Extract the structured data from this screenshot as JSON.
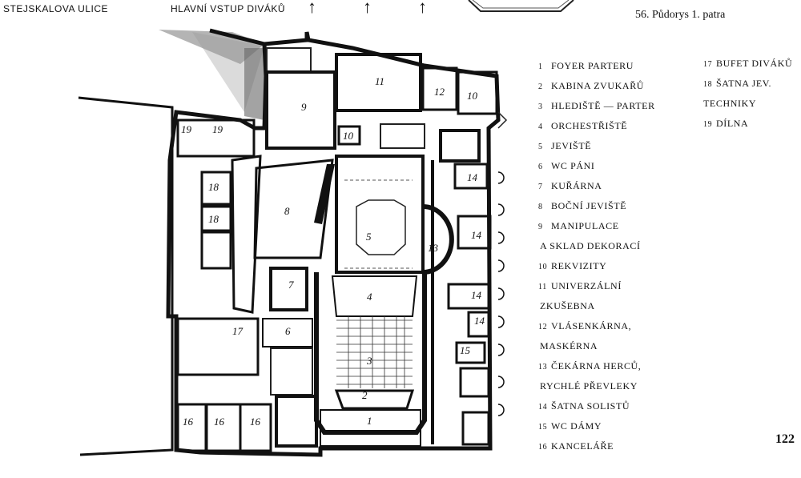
{
  "header": {
    "street_name": "STEJSKALOVA ULICE",
    "main_entrance": "HLAVNÍ VSTUP DIVÁKŮ",
    "entrance_arrows": [
      "↑",
      "↑",
      "↑"
    ]
  },
  "caption": "56. Půdorys 1. patra",
  "page_number": "122",
  "legend": [
    {
      "num": "1",
      "label": "FOYER PARTERU"
    },
    {
      "num": "2",
      "label": "KABINA ZVUKAŘŮ"
    },
    {
      "num": "3",
      "label": "HLEDIŠTĚ — PARTER"
    },
    {
      "num": "4",
      "label": "ORCHESTŘIŠTĚ"
    },
    {
      "num": "5",
      "label": "JEVIŠTĚ"
    },
    {
      "num": "6",
      "label": "WC PÁNI"
    },
    {
      "num": "7",
      "label": "KUŘÁRNA"
    },
    {
      "num": "8",
      "label": "BOČNÍ JEVIŠTĚ"
    },
    {
      "num": "9",
      "label": "MANIPULACE"
    },
    {
      "num": "",
      "label": "A SKLAD DEKORACÍ"
    },
    {
      "num": "10",
      "label": "REKVIZITY"
    },
    {
      "num": "11",
      "label": "UNIVERZÁLNÍ"
    },
    {
      "num": "",
      "label": "ZKUŠEBNA"
    },
    {
      "num": "12",
      "label": "VLÁSENKÁRNA,"
    },
    {
      "num": "",
      "label": "MASKÉRNA"
    },
    {
      "num": "13",
      "label": "ČEKÁRNA HERCŮ,"
    },
    {
      "num": "",
      "label": "RYCHLÉ PŘEVLEKY"
    },
    {
      "num": "14",
      "label": "ŠATNA SOLISTŮ"
    },
    {
      "num": "15",
      "label": "WC DÁMY"
    },
    {
      "num": "16",
      "label": "KANCELÁŘE"
    }
  ],
  "legend_col2": [
    {
      "num": "17",
      "label": "BUFET DIVÁKŮ"
    },
    {
      "num": "18",
      "label": "ŠATNA JEV."
    },
    {
      "num": "",
      "label": "TECHNIKY"
    },
    {
      "num": "19",
      "label": "DÍLNA"
    }
  ],
  "room_labels": [
    "11",
    "12",
    "10",
    "9",
    "19",
    "19",
    "10",
    "18",
    "18",
    "8",
    "5",
    "14",
    "13",
    "14",
    "7",
    "4",
    "14",
    "14",
    "17",
    "6",
    "15",
    "3",
    "2",
    "16",
    "16",
    "16",
    "1"
  ]
}
